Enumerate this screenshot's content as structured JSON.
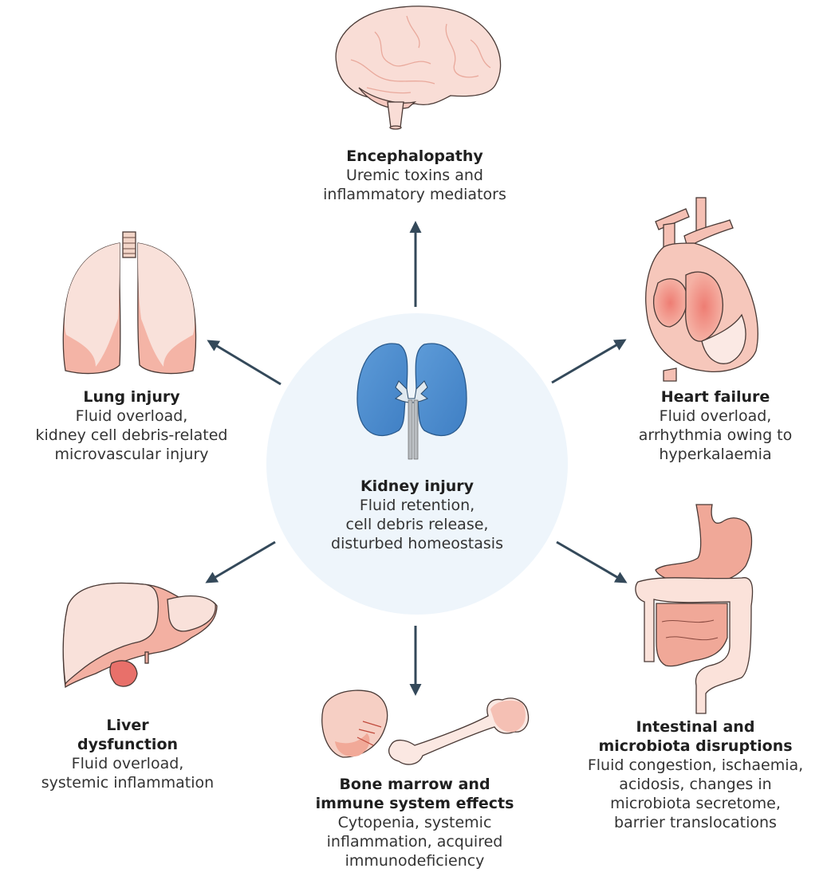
{
  "diagram": {
    "colors": {
      "arrow": "#34495a",
      "center_circle": "#eef5fb",
      "kidney": "#4f8fd0",
      "organ_light": "#f9ded6",
      "organ_mid": "#f3b3a6",
      "organ_dark": "#ec9282"
    },
    "center": {
      "organ": "kidney",
      "title": "Kidney injury",
      "description": "Fluid retention,\ncell debris release,\ndisturbed homeostasis"
    },
    "effects": [
      {
        "id": "brain",
        "organ": "brain",
        "direction": "up",
        "title": "Encephalopathy",
        "description": "Uremic toxins and\ninflammatory mediators"
      },
      {
        "id": "lung",
        "organ": "lungs",
        "direction": "up-left",
        "title": "Lung injury",
        "description": "Fluid overload,\nkidney cell debris-related\nmicrovascular injury"
      },
      {
        "id": "heart",
        "organ": "heart",
        "direction": "up-right",
        "title": "Heart failure",
        "description": "Fluid overload,\narrhythmia owing to\nhyperkalaemia"
      },
      {
        "id": "liver",
        "organ": "liver",
        "direction": "down-left",
        "title": "Liver\ndysfunction",
        "description": "Fluid overload,\nsystemic inflammation"
      },
      {
        "id": "bone",
        "organ": "spleen-and-bone",
        "direction": "down",
        "title": "Bone marrow and\nimmune system effects",
        "description": "Cytopenia, systemic\ninflammation, acquired\nimmunodeficiency"
      },
      {
        "id": "intestine",
        "organ": "stomach-and-intestines",
        "direction": "down-right",
        "title": "Intestinal and\nmicrobiota disruptions",
        "description": "Fluid congestion, ischaemia,\nacidosis, changes in\nmicrobiota secretome,\nbarrier translocations"
      }
    ]
  }
}
